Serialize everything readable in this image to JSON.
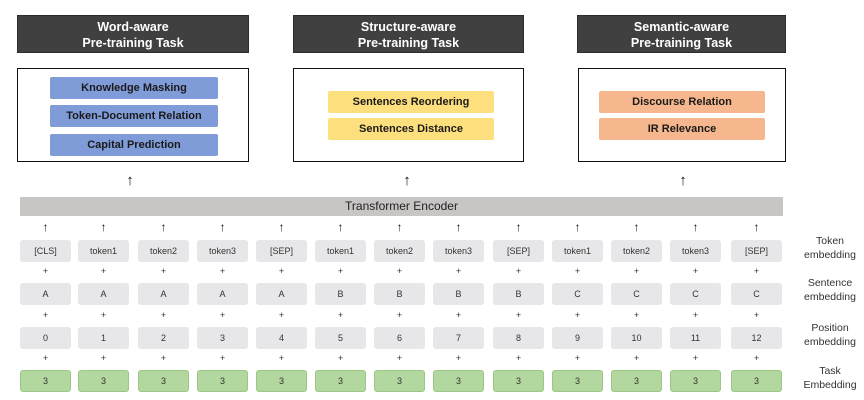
{
  "tasks": [
    {
      "title_line1": "Word-aware",
      "title_line2": "Pre-training Task",
      "items": [
        "Knowledge Masking",
        "Token-Document Relation",
        "Capital Prediction"
      ],
      "color": "#7f9bd8"
    },
    {
      "title_line1": "Structure-aware",
      "title_line2": "Pre-training Task",
      "items": [
        "Sentences Reordering",
        "Sentences Distance"
      ],
      "color": "#fde07d"
    },
    {
      "title_line1": "Semantic-aware",
      "title_line2": "Pre-training Task",
      "items": [
        "Discourse Relation",
        "IR Relevance"
      ],
      "color": "#f6b78e"
    }
  ],
  "arrow_glyph": "↑",
  "plus_glyph": "+",
  "encoder_label": "Transformer Encoder",
  "rows": {
    "token": [
      "[CLS]",
      "token1",
      "token2",
      "token3",
      "[SEP]",
      "token1",
      "token2",
      "token3",
      "[SEP]",
      "token1",
      "token2",
      "token3",
      "[SEP]"
    ],
    "sentence": [
      "A",
      "A",
      "A",
      "A",
      "A",
      "B",
      "B",
      "B",
      "B",
      "C",
      "C",
      "C",
      "C"
    ],
    "position": [
      "0",
      "1",
      "2",
      "3",
      "4",
      "5",
      "6",
      "7",
      "8",
      "9",
      "10",
      "11",
      "12"
    ],
    "task": [
      "3",
      "3",
      "3",
      "3",
      "3",
      "3",
      "3",
      "3",
      "3",
      "3",
      "3",
      "3",
      "3"
    ]
  },
  "row_labels": {
    "token": "Token\nembedding",
    "sentence": "Sentence\nembedding",
    "position": "Position\nembedding",
    "task": "Task\nEmbedding"
  }
}
